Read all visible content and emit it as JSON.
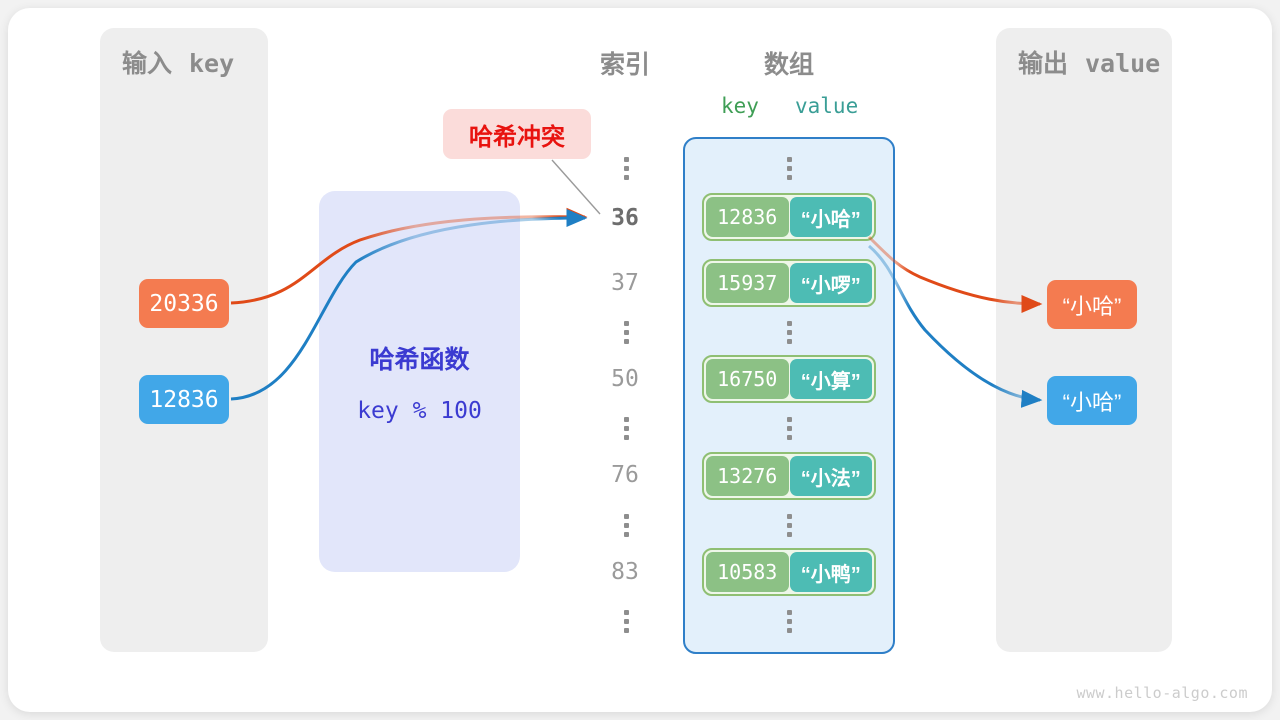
{
  "diagram": {
    "title": "hash-collision-diagram",
    "watermark": "www.hello-algo.com"
  },
  "input_panel": {
    "title_cjk": "输入",
    "title_mono": "key",
    "keys": [
      {
        "value": "20336",
        "color": "#f47b50"
      },
      {
        "value": "12836",
        "color": "#41a7e8"
      }
    ]
  },
  "hash_function": {
    "title": "哈希函数",
    "expression": "key % 100",
    "fill": "#e2e6fa",
    "text_color": "#3b3bd1"
  },
  "collision": {
    "label": "哈希冲突",
    "text_color": "#e8130f",
    "fill": "#fbdcda"
  },
  "columns": {
    "index_heading": "索引",
    "array_heading": "数组",
    "key_heading": "key",
    "value_heading": "value",
    "key_color": "#3f9e55",
    "value_color": "#3a9e96"
  },
  "index_column": [
    {
      "type": "dots"
    },
    {
      "type": "index",
      "label": "36",
      "active": true
    },
    {
      "type": "index",
      "label": "37",
      "active": false
    },
    {
      "type": "dots"
    },
    {
      "type": "index",
      "label": "50",
      "active": false
    },
    {
      "type": "dots"
    },
    {
      "type": "index",
      "label": "76",
      "active": false
    },
    {
      "type": "dots"
    },
    {
      "type": "index",
      "label": "83",
      "active": false
    },
    {
      "type": "dots"
    }
  ],
  "buckets": [
    {
      "key": "12836",
      "value": "“小哈”"
    },
    {
      "key": "15937",
      "value": "“小啰”"
    },
    {
      "key": "16750",
      "value": "“小算”"
    },
    {
      "key": "13276",
      "value": "“小法”"
    },
    {
      "key": "10583",
      "value": "“小鸭”"
    }
  ],
  "output_panel": {
    "title_cjk": "输出",
    "title_mono": "value",
    "values": [
      {
        "value": "“小哈”",
        "color": "#f47b50"
      },
      {
        "value": "“小哈”",
        "color": "#41a7e8"
      }
    ]
  },
  "colors": {
    "bucket_key": "#8cc185",
    "bucket_value": "#4dbcb4",
    "bucket_border": "#8fbf73",
    "array_fill": "#e3f0fb",
    "array_border": "#2f7fc8",
    "panel_fill": "#eeeeee",
    "arrow_orange": "#e04a18",
    "arrow_blue": "#1f7fc4"
  }
}
